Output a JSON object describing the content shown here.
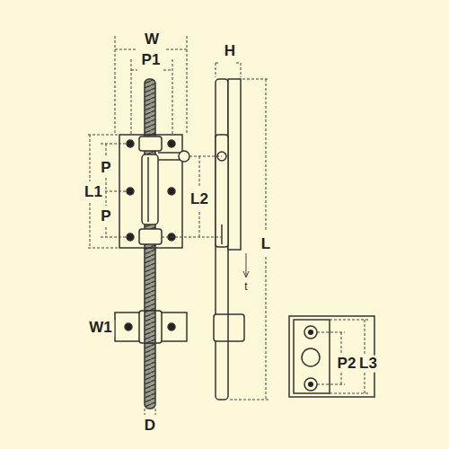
{
  "diagram": {
    "labels": [
      "W",
      "P1",
      "H",
      "P",
      "L1",
      "P",
      "L2",
      "L",
      "t",
      "W1",
      "D",
      "P2",
      "L3"
    ]
  }
}
